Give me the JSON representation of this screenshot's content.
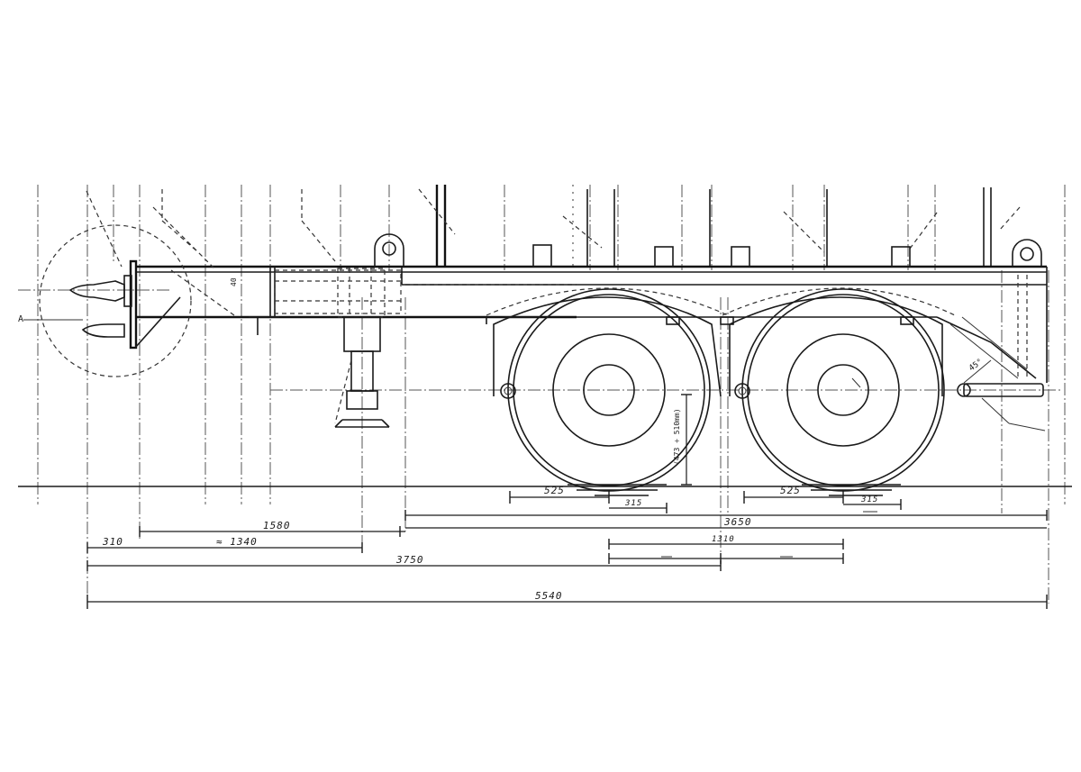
{
  "drawing": {
    "view_marker": "A",
    "weld_note": "45°",
    "dimensions": {
      "coupling_offset": "310",
      "landing_leg": "≈ 1340",
      "kingpin_to_axle": "1580",
      "overall_front": "3750",
      "overall_length": "5540",
      "rear_section": "3650",
      "axle_spacing": "1310",
      "hub_offset_1": "525",
      "hub_offset_2": "525",
      "tyre_offset_1": "315",
      "tyre_offset_2": "315",
      "frame_height": "40",
      "wheel_height": "(473 ÷ 510mm)"
    }
  }
}
